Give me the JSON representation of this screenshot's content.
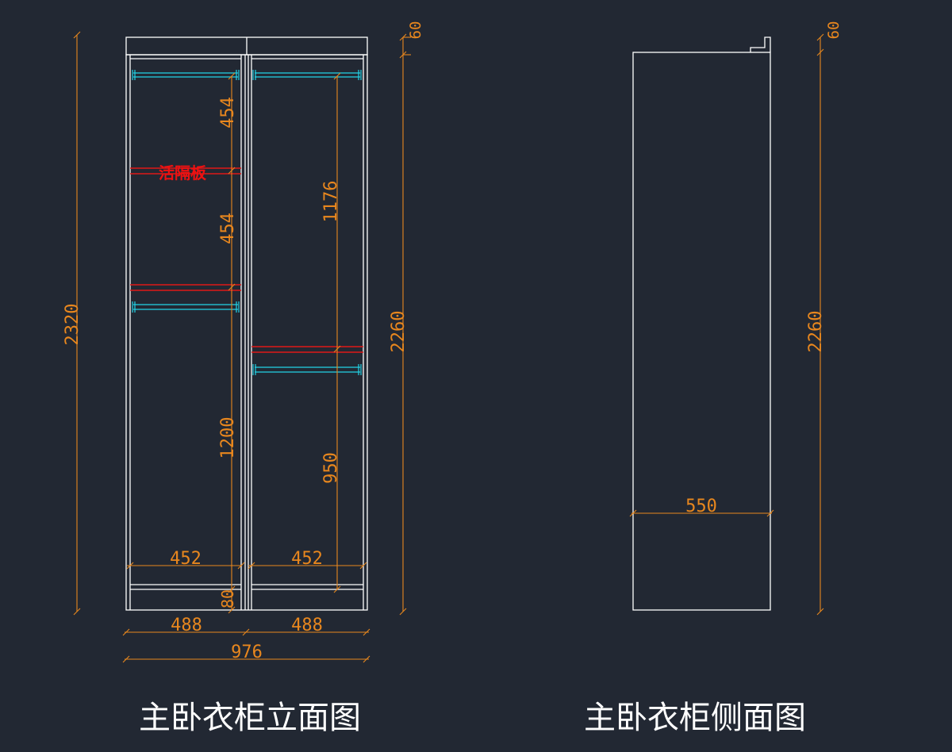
{
  "elevation": {
    "title": "主卧衣柜立面图",
    "dim_total_height": "2320",
    "dim_body_height": "2260",
    "dim_top_offset": "60",
    "dim_upper_section_1": "454",
    "dim_upper_section_2": "454",
    "dim_lower_hanging_left": "1200",
    "dim_right_long_hanging": "1176",
    "dim_right_short_hanging": "950",
    "dim_inner_width_left": "452",
    "dim_inner_width_right": "452",
    "dim_base_height": "80",
    "dim_unit_width_left": "488",
    "dim_unit_width_right": "488",
    "dim_total_width": "976",
    "shelf_label": "活隔板"
  },
  "side_view": {
    "title": "主卧衣柜侧面图",
    "dim_body_height": "2260",
    "dim_top_offset": "60",
    "dim_depth": "550"
  },
  "colors": {
    "background": "#222833",
    "outline": "#ffffff",
    "dimension": "#e8871e",
    "hanging_rod": "#22d3e6",
    "shelf": "#e01818",
    "label": "#ee1111"
  }
}
